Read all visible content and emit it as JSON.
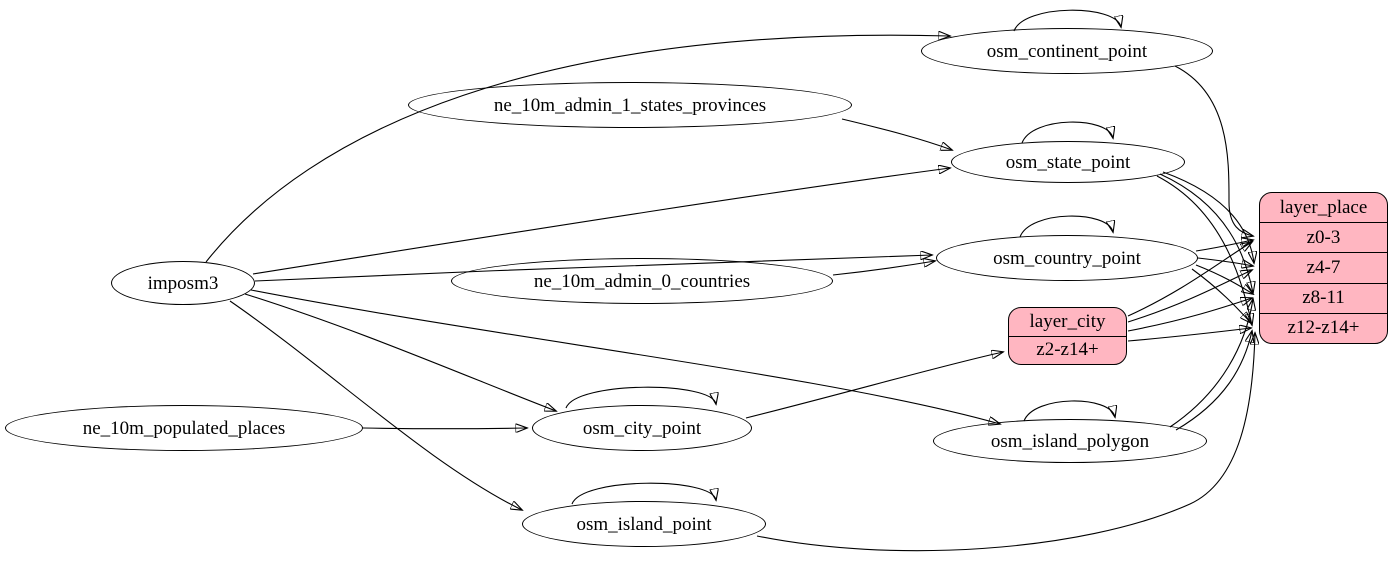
{
  "diagram": {
    "colors": {
      "record_fill": "#ffb6c1",
      "node_fill": "#ffffff",
      "stroke": "#000000",
      "background": "#ffffff"
    },
    "nodes": {
      "imposm3": "imposm3",
      "ne_10m_admin_1_states_provinces": "ne_10m_admin_1_states_provinces",
      "ne_10m_admin_0_countries": "ne_10m_admin_0_countries",
      "ne_10m_populated_places": "ne_10m_populated_places",
      "osm_continent_point": "osm_continent_point",
      "osm_state_point": "osm_state_point",
      "osm_country_point": "osm_country_point",
      "osm_city_point": "osm_city_point",
      "osm_island_polygon": "osm_island_polygon",
      "osm_island_point": "osm_island_point"
    },
    "tables": {
      "layer_city": {
        "title": "layer_city",
        "rows": [
          "z2-z14+"
        ]
      },
      "layer_place": {
        "title": "layer_place",
        "rows": [
          "z0-3",
          "z4-7",
          "z8-11",
          "z12-z14+"
        ]
      }
    },
    "edges": [
      {
        "from": "imposm3",
        "to": "osm_continent_point"
      },
      {
        "from": "imposm3",
        "to": "osm_state_point"
      },
      {
        "from": "imposm3",
        "to": "osm_country_point"
      },
      {
        "from": "imposm3",
        "to": "osm_city_point"
      },
      {
        "from": "imposm3",
        "to": "osm_island_polygon"
      },
      {
        "from": "imposm3",
        "to": "osm_island_point"
      },
      {
        "from": "ne_10m_admin_1_states_provinces",
        "to": "osm_state_point"
      },
      {
        "from": "ne_10m_admin_0_countries",
        "to": "osm_country_point"
      },
      {
        "from": "ne_10m_populated_places",
        "to": "osm_city_point"
      },
      {
        "from": "osm_continent_point",
        "to": "osm_continent_point"
      },
      {
        "from": "osm_state_point",
        "to": "osm_state_point"
      },
      {
        "from": "osm_country_point",
        "to": "osm_country_point"
      },
      {
        "from": "osm_city_point",
        "to": "osm_city_point"
      },
      {
        "from": "osm_island_polygon",
        "to": "osm_island_polygon"
      },
      {
        "from": "osm_island_point",
        "to": "osm_island_point"
      },
      {
        "from": "osm_city_point",
        "to": "layer_city:z2-z14+"
      },
      {
        "from": "osm_continent_point",
        "to": "layer_place:z0-3"
      },
      {
        "from": "osm_country_point",
        "to": "layer_place:z0-3"
      },
      {
        "from": "osm_country_point",
        "to": "layer_place:z4-7"
      },
      {
        "from": "osm_country_point",
        "to": "layer_place:z8-11"
      },
      {
        "from": "osm_country_point",
        "to": "layer_place:z12-z14+"
      },
      {
        "from": "osm_state_point",
        "to": "layer_place:z4-7"
      },
      {
        "from": "osm_state_point",
        "to": "layer_place:z8-11"
      },
      {
        "from": "osm_state_point",
        "to": "layer_place:z12-z14+"
      },
      {
        "from": "layer_city",
        "to": "layer_place:z0-3"
      },
      {
        "from": "layer_city",
        "to": "layer_place:z4-7"
      },
      {
        "from": "layer_city",
        "to": "layer_place:z8-11"
      },
      {
        "from": "layer_city",
        "to": "layer_place:z12-z14+"
      },
      {
        "from": "osm_island_polygon",
        "to": "layer_place:z8-11"
      },
      {
        "from": "osm_island_polygon",
        "to": "layer_place:z12-z14+"
      },
      {
        "from": "osm_island_point",
        "to": "layer_place:z12-z14+"
      }
    ]
  }
}
